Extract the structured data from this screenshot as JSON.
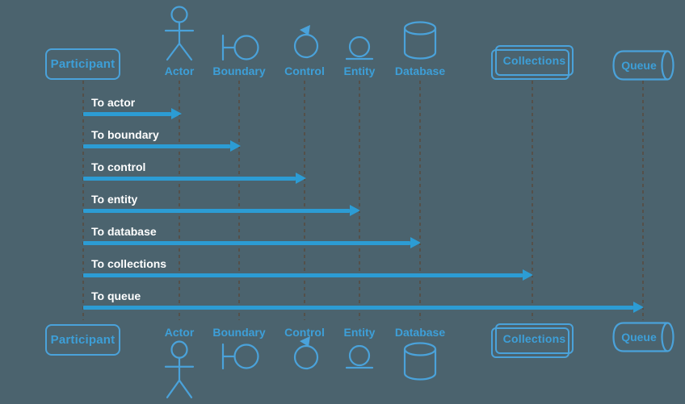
{
  "diagram": {
    "type": "uml-sequence-diagram",
    "colors": {
      "background": "#4B636E",
      "shape_stroke": "#4AA2DA",
      "shape_label_text": "#3D9FD8",
      "message_text": "#FFFFFF",
      "arrow": "#2C9CD4",
      "lifeline": "#54504A"
    },
    "participants": [
      {
        "id": "participant",
        "label": "Participant",
        "kind": "box"
      },
      {
        "id": "actor",
        "label": "Actor",
        "kind": "actor"
      },
      {
        "id": "boundary",
        "label": "Boundary",
        "kind": "boundary"
      },
      {
        "id": "control",
        "label": "Control",
        "kind": "control"
      },
      {
        "id": "entity",
        "label": "Entity",
        "kind": "entity"
      },
      {
        "id": "database",
        "label": "Database",
        "kind": "database"
      },
      {
        "id": "collections",
        "label": "Collections",
        "kind": "collections"
      },
      {
        "id": "queue",
        "label": "Queue",
        "kind": "queue"
      }
    ],
    "messages": [
      {
        "label": "To actor",
        "from": "Participant",
        "to": "Actor"
      },
      {
        "label": "To boundary",
        "from": "Participant",
        "to": "Boundary"
      },
      {
        "label": "To control",
        "from": "Participant",
        "to": "Control"
      },
      {
        "label": "To entity",
        "from": "Participant",
        "to": "Entity"
      },
      {
        "label": "To database",
        "from": "Participant",
        "to": "Database"
      },
      {
        "label": "To collections",
        "from": "Participant",
        "to": "Collections"
      },
      {
        "label": "To queue",
        "from": "Participant",
        "to": "Queue"
      }
    ]
  }
}
